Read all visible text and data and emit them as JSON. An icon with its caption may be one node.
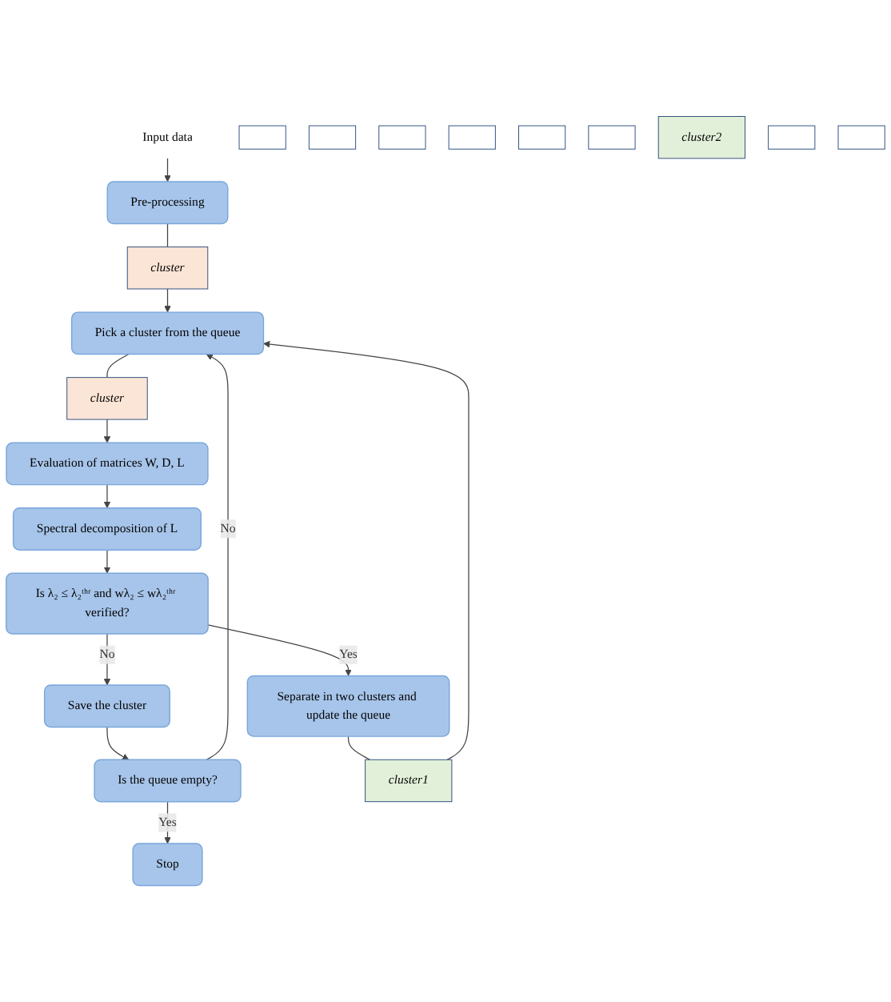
{
  "diagram": {
    "nodes": [
      {
        "text": [
          "Input data"
        ]
      },
      {
        "text": [
          "Pre-processing"
        ]
      },
      {
        "text": [
          "cluster"
        ]
      },
      {
        "text": [],
        "shape": "box"
      },
      {
        "text": [],
        "shape": "box"
      },
      {
        "text": [],
        "shape": "box"
      },
      {
        "text": [
          "Pick a cluster from the queue"
        ]
      },
      {
        "text": [
          "cluster"
        ]
      },
      {
        "text": [],
        "shape": "box"
      },
      {
        "text": [],
        "shape": "box"
      },
      {
        "text": [],
        "shape": "box"
      },
      {
        "text": [
          "Evaluation of matrices W, D, L"
        ]
      },
      {
        "text": [
          "Spectral decomposition of L"
        ]
      },
      {
        "text": [
          "Is λ₂ ≤ λ₂ᵗʰʳ and wλ₂ ≤ wλ₂ᵗʰʳ verified?"
        ]
      },
      {
        "text": [
          "Save the cluster"
        ]
      },
      {
        "text": [
          "Is the queue empty?"
        ]
      },
      {
        "text": [
          "Separate in two clusters and update the queue"
        ]
      },
      {
        "text": [
          "cluster1"
        ]
      },
      {
        "text": [
          "cluster2"
        ]
      },
      {
        "text": [],
        "shape": "box"
      },
      {
        "text": [],
        "shape": "box"
      },
      {
        "text": [
          "Stop"
        ]
      }
    ],
    "edges": [
      {
        "from": 0,
        "to": 1,
        "arrow": "to"
      },
      {
        "from": 1,
        "to": 2,
        "arrow": "none"
      },
      {
        "from": 2,
        "to": 6,
        "arrow": "to"
      },
      {
        "from": 6,
        "to": 7,
        "arrow": "none"
      },
      {
        "from": 7,
        "to": 11,
        "arrow": "to"
      },
      {
        "from": 11,
        "to": 12,
        "arrow": "to"
      },
      {
        "from": 12,
        "to": 13,
        "arrow": "to"
      },
      {
        "from": 13,
        "to": 14,
        "arrow": "to",
        "label": "No"
      },
      {
        "from": 13,
        "to": 16,
        "arrow": "to",
        "label": "Yes"
      },
      {
        "from": 14,
        "to": 15,
        "arrow": "to"
      },
      {
        "from": 15,
        "to": 21,
        "arrow": "to",
        "label": "Yes"
      },
      {
        "from": 15,
        "to": 6,
        "arrow": "to",
        "label": "No"
      },
      {
        "from": 16,
        "to": 17,
        "arrow": "none"
      },
      {
        "from": 17,
        "to": 6,
        "arrow": "to"
      }
    ]
  }
}
